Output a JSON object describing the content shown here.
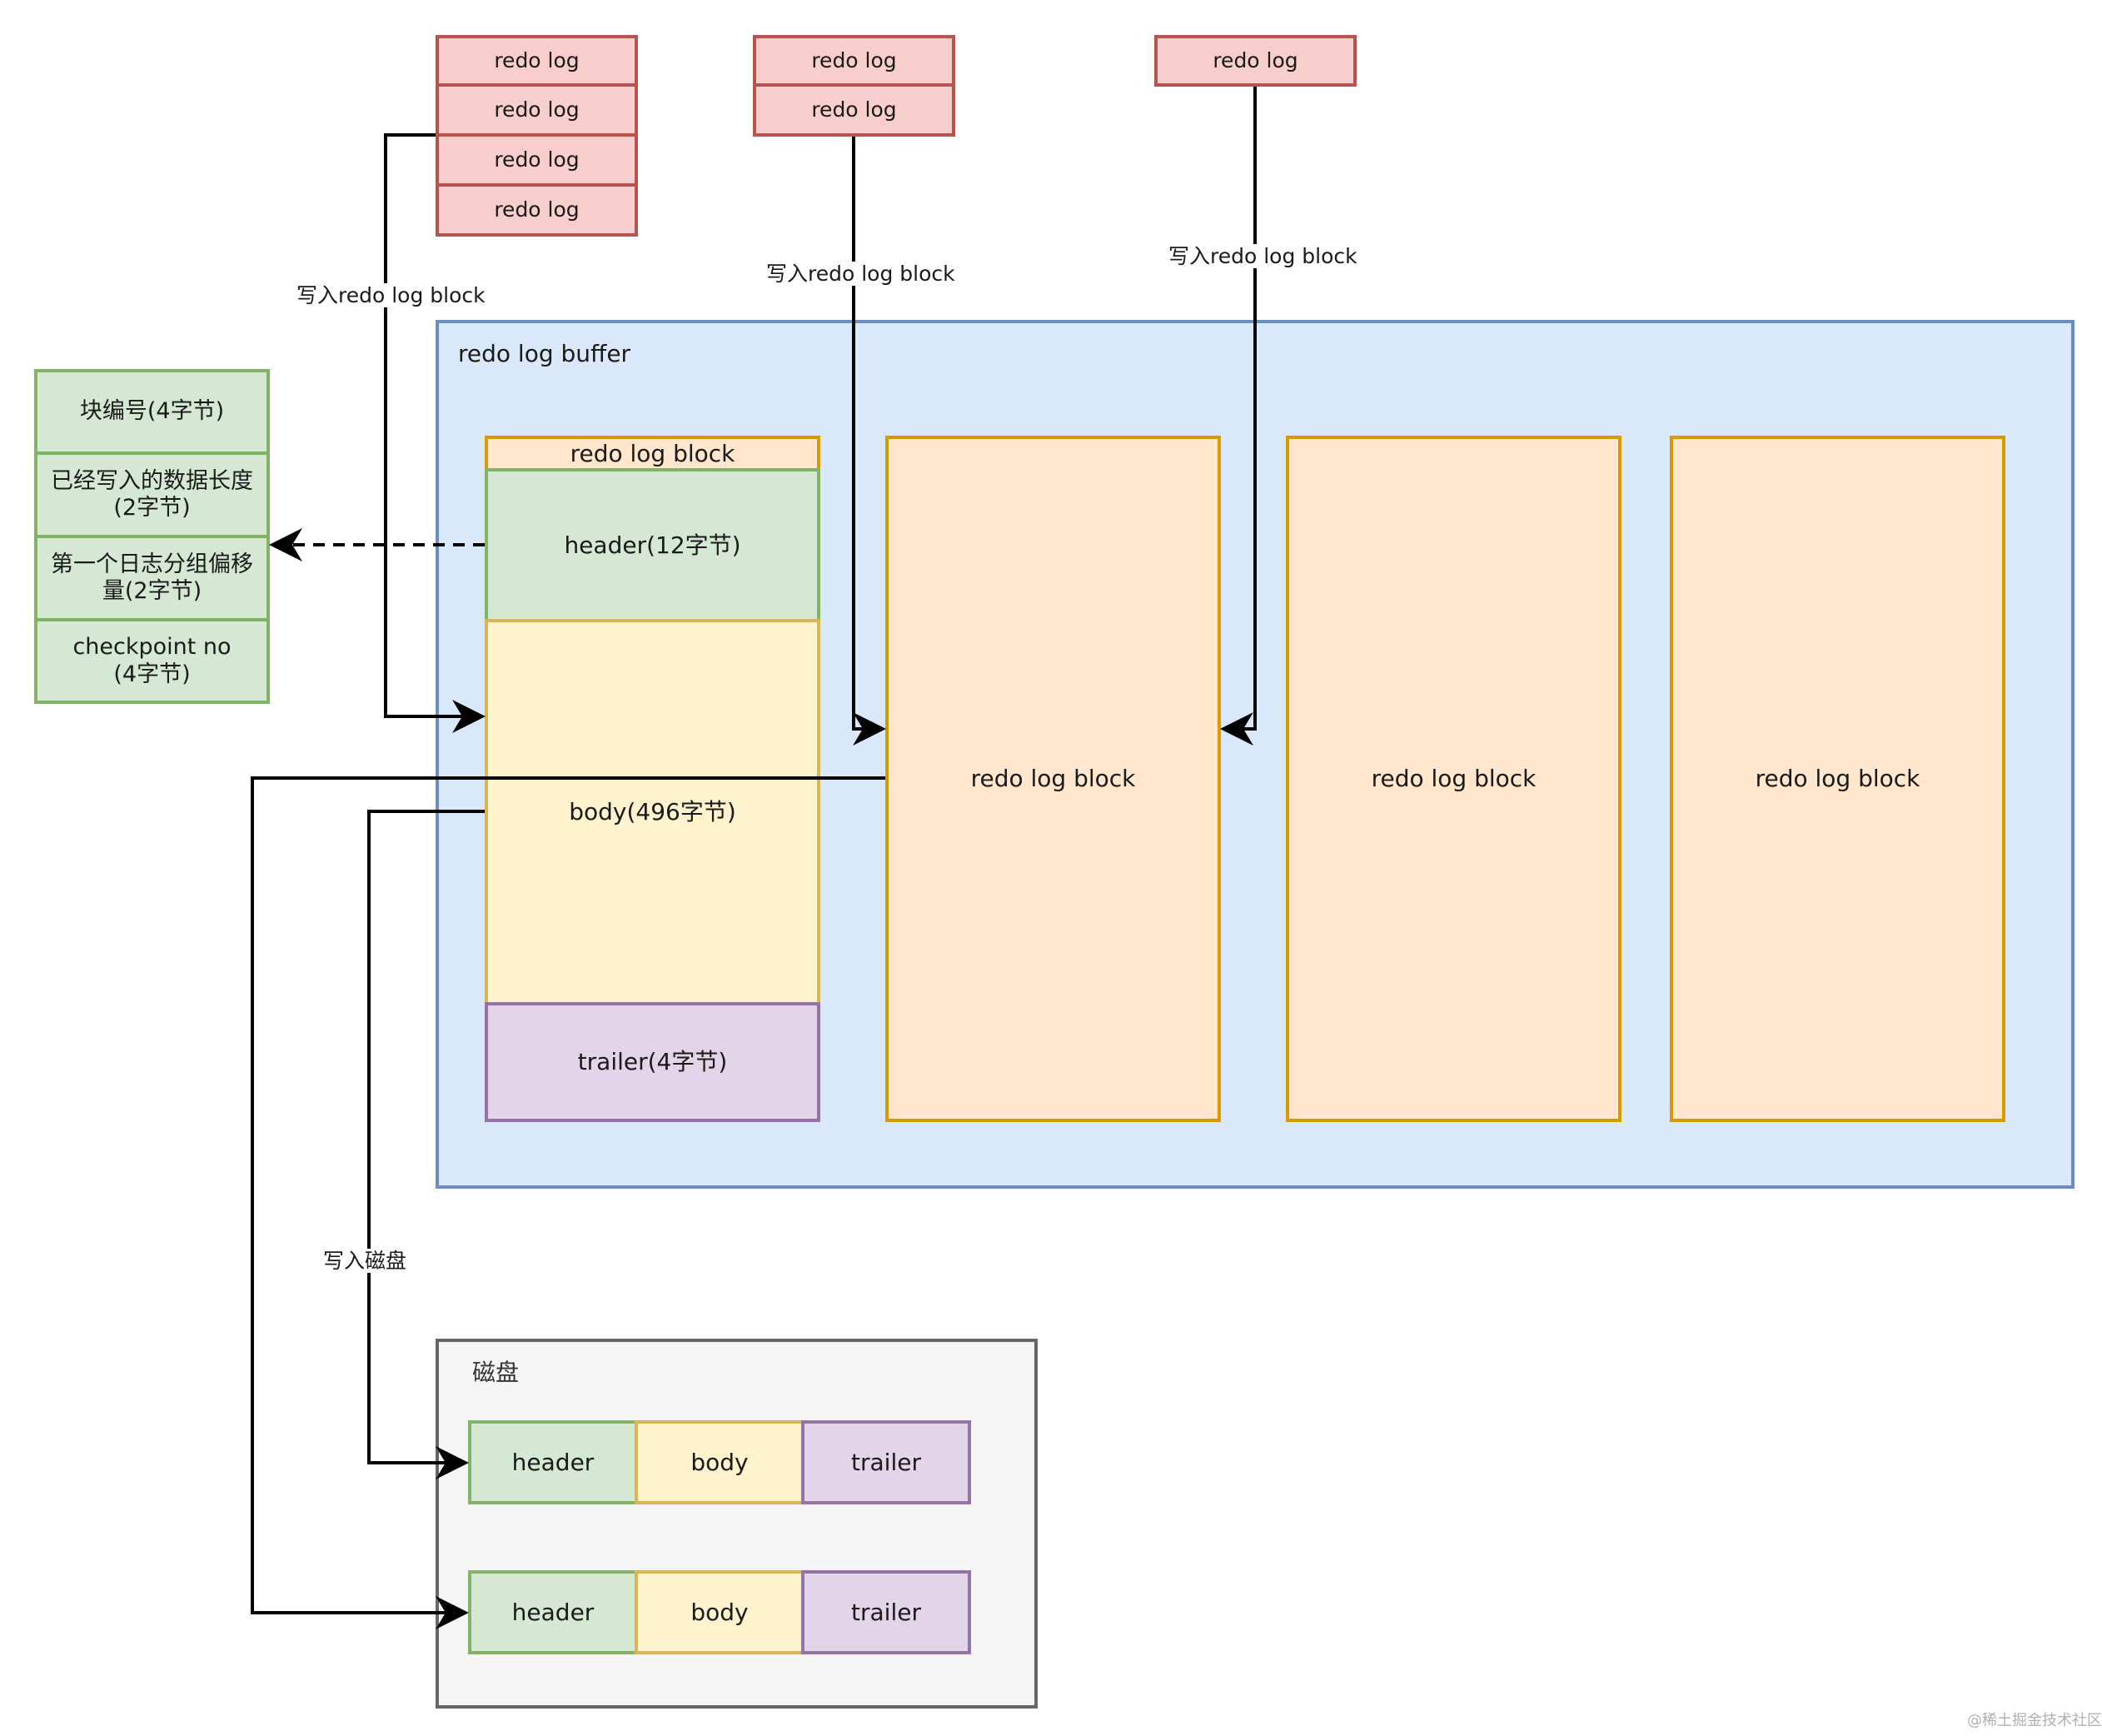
{
  "sources": {
    "redo_log_label": "redo log",
    "write_block_label": "写入redo log block"
  },
  "header_fields": [
    "块编号(4字节)",
    "已经写入的数据长度(2字节)",
    "第一个日志分组偏移量(2字节)",
    "checkpoint no (4字节)"
  ],
  "buffer": {
    "title": "redo log buffer",
    "block_label": "redo log block",
    "header_label": "header(12字节)",
    "body_label": "body(496字节)",
    "trailer_label": "trailer(4字节)"
  },
  "write_disk_label": "写入磁盘",
  "disk": {
    "title": "磁盘",
    "header_label": "header",
    "body_label": "body",
    "trailer_label": "trailer"
  },
  "watermark": "@稀土掘金技术社区",
  "colors": {
    "buffer_bg": "#dae8fc",
    "buffer_border": "#6c8ebf",
    "redo_log_bg": "#f8cecc",
    "redo_log_border": "#b85450",
    "header_bg": "#d5e8d4",
    "header_border": "#82b366",
    "body_bg": "#fff2cc",
    "body_border": "#d6b656",
    "block_bg": "#ffe6cc",
    "block_border": "#d79b00",
    "trailer_bg": "#e1d5e7",
    "trailer_border": "#9673a6",
    "disk_bg": "#f5f5f5",
    "disk_border": "#666666"
  }
}
